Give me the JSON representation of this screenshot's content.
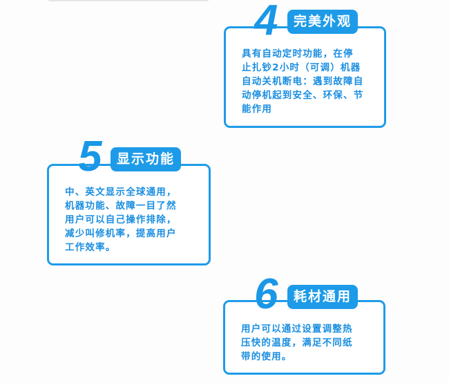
{
  "cards": [
    {
      "number": "4",
      "title": "完美外观",
      "lines": [
        "具有自动定时功能，在停",
        "止扎钞2小时（可调）机器",
        "自动关机断电：遇到故障自",
        "动停机起到安全、环保、节",
        "能作用"
      ]
    },
    {
      "number": "5",
      "title": "显示功能",
      "lines": [
        "中、英文显示全球通用，",
        "机器功能、故障一目了然",
        "用户可以自己操作排除，",
        "减少叫修机率，提高用户",
        "工作效率。"
      ]
    },
    {
      "number": "6",
      "title": "耗材通用",
      "lines": [
        "用户可以通过设置调整热",
        "压快的温度，满足不同纸",
        "带的使用。"
      ]
    }
  ],
  "colors": {
    "accent": "#1e9be8",
    "text": "#1a8ee0"
  }
}
